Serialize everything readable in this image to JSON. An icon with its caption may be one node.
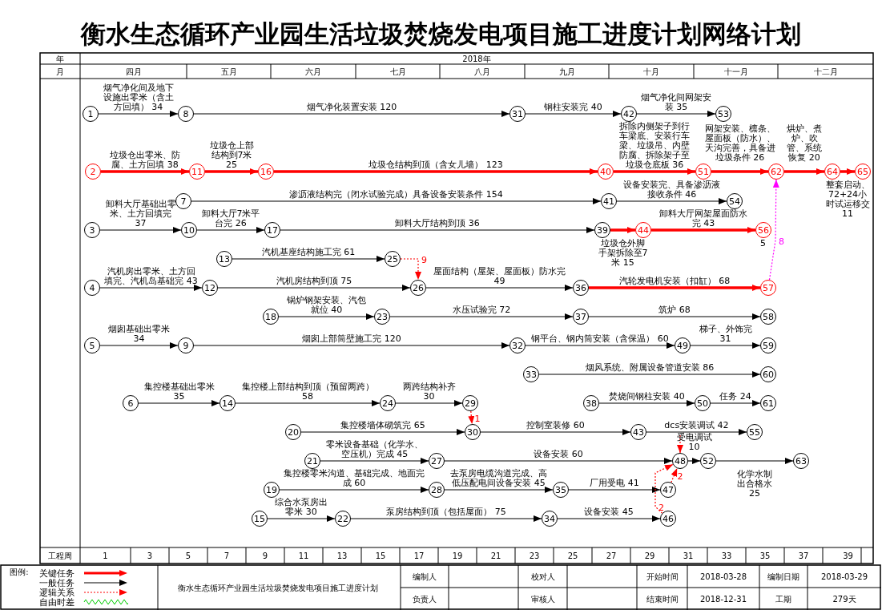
{
  "diagram": {
    "title": "衡水生态循环产业园生活垃圾焚烧发电项目施工进度计划网络计划",
    "nodes": [
      {
        "text": [
          "1"
        ]
      },
      {
        "text": [
          "2"
        ]
      },
      {
        "text": [
          "3"
        ]
      },
      {
        "text": [
          "4"
        ]
      },
      {
        "text": [
          "5"
        ]
      },
      {
        "text": [
          "6"
        ]
      },
      {
        "text": [
          "7"
        ]
      },
      {
        "text": [
          "8"
        ]
      },
      {
        "text": [
          "9"
        ]
      },
      {
        "text": [
          "10"
        ]
      },
      {
        "text": [
          "11"
        ]
      },
      {
        "text": [
          "12"
        ]
      },
      {
        "text": [
          "13"
        ]
      },
      {
        "text": [
          "14"
        ]
      },
      {
        "text": [
          "15"
        ]
      },
      {
        "text": [
          "16"
        ]
      },
      {
        "text": [
          "17"
        ]
      },
      {
        "text": [
          "18"
        ]
      },
      {
        "text": [
          "19"
        ]
      },
      {
        "text": [
          "20"
        ]
      },
      {
        "text": [
          "21"
        ]
      },
      {
        "text": [
          "22"
        ]
      },
      {
        "text": [
          "23"
        ]
      },
      {
        "text": [
          "24"
        ]
      },
      {
        "text": [
          "25"
        ]
      },
      {
        "text": [
          "26"
        ]
      },
      {
        "text": [
          "27"
        ]
      },
      {
        "text": [
          "28"
        ]
      },
      {
        "text": [
          "29"
        ]
      },
      {
        "text": [
          "30"
        ]
      },
      {
        "text": [
          "31"
        ]
      },
      {
        "text": [
          "32"
        ]
      },
      {
        "text": [
          "33"
        ]
      },
      {
        "text": [
          "34"
        ]
      },
      {
        "text": [
          "35"
        ]
      },
      {
        "text": [
          "36"
        ]
      },
      {
        "text": [
          "37"
        ]
      },
      {
        "text": [
          "38"
        ]
      },
      {
        "text": [
          "39"
        ]
      },
      {
        "text": [
          "40"
        ]
      },
      {
        "text": [
          "41"
        ]
      },
      {
        "text": [
          "42"
        ]
      },
      {
        "text": [
          "43"
        ]
      },
      {
        "text": [
          "44"
        ]
      },
      {
        "text": [
          "46"
        ]
      },
      {
        "text": [
          "47"
        ]
      },
      {
        "text": [
          "48"
        ]
      },
      {
        "text": [
          "49"
        ]
      },
      {
        "text": [
          "50"
        ]
      },
      {
        "text": [
          "51"
        ]
      },
      {
        "text": [
          "52"
        ]
      },
      {
        "text": [
          "53"
        ]
      },
      {
        "text": [
          "54"
        ]
      },
      {
        "text": [
          "55"
        ]
      },
      {
        "text": [
          "56"
        ],
        "beside": [
          "5"
        ]
      },
      {
        "text": [
          "57"
        ]
      },
      {
        "text": [
          "58"
        ]
      },
      {
        "text": [
          "59"
        ]
      },
      {
        "text": [
          "60"
        ]
      },
      {
        "text": [
          "61"
        ]
      },
      {
        "text": [
          "62"
        ]
      },
      {
        "text": [
          "63"
        ]
      },
      {
        "text": [
          "64"
        ]
      },
      {
        "text": [
          "65"
        ]
      }
    ],
    "edges": [
      {
        "from": 0,
        "to": 7,
        "arrow": "to",
        "label": "烟气净化间及地下设施出零米（含土方回填） 34"
      },
      {
        "from": 7,
        "to": 30,
        "arrow": "to",
        "label": "烟气净化装置安装 120"
      },
      {
        "from": 30,
        "to": 41,
        "arrow": "to",
        "label": "钢柱安装完 40"
      },
      {
        "from": 41,
        "to": 51,
        "arrow": "to",
        "label": "烟气净化间网架安装 35"
      },
      {
        "from": 1,
        "to": 10,
        "arrow": "to",
        "label": "垃圾仓出零米、防腐、土方回填 38",
        "style": "thick",
        "color": "#ff0000"
      },
      {
        "from": 10,
        "to": 15,
        "arrow": "to",
        "label": "垃圾仓上部结构到7米 25",
        "style": "thick",
        "color": "#ff0000"
      },
      {
        "from": 15,
        "to": 39,
        "arrow": "to",
        "label": "垃圾仓结构到顶（含女儿墙） 123",
        "style": "thick",
        "color": "#ff0000"
      },
      {
        "from": 39,
        "to": 49,
        "arrow": "to",
        "label": "拆除内侧架子到行车梁底、安装行车梁、垃圾吊、内壁防腐、拆除架子至垃圾仓底板 36",
        "style": "thick",
        "color": "#ff0000"
      },
      {
        "from": 49,
        "to": 60,
        "arrow": "to",
        "label": "网架安装、檩条、屋面板（防水）、天沟完善，具备进垃圾条件 26",
        "style": "thick",
        "color": "#ff0000"
      },
      {
        "from": 60,
        "to": 62,
        "arrow": "to",
        "label": "烘炉、煮炉、吹管、系统恢复 20",
        "style": "thick",
        "color": "#ff0000"
      },
      {
        "from": 62,
        "to": 63,
        "arrow": "to",
        "label": "整套启动、72+24小时试运移交 11",
        "style": "thick",
        "color": "#ff0000"
      },
      {
        "from": 6,
        "to": 40,
        "arrow": "to",
        "label": "渗沥液结构完（闭水试验完成）具备设备安装条件 154"
      },
      {
        "from": 40,
        "to": 52,
        "arrow": "to",
        "label": "设备安装完、具备渗沥液接收条件 46"
      },
      {
        "from": 2,
        "to": 9,
        "arrow": "to",
        "label": "卸料大厅基础出零米、土方回填完 37"
      },
      {
        "from": 9,
        "to": 16,
        "arrow": "to",
        "label": "卸料大厅7米平台完 26"
      },
      {
        "from": 16,
        "to": 38,
        "arrow": "to",
        "label": "卸料大厅结构到顶 36"
      },
      {
        "from": 38,
        "to": 43,
        "arrow": "to",
        "label": "垃圾仓外脚手架拆除至7米 15",
        "style": "thick",
        "color": "#ff0000"
      },
      {
        "from": 43,
        "to": 54,
        "arrow": "to",
        "label": "卸料大厅网架屋面防水完 43",
        "style": "thick",
        "color": "#ff0000"
      },
      {
        "from": 12,
        "to": 24,
        "arrow": "to",
        "label": "汽机基座结构施工完 61"
      },
      {
        "from": 24,
        "to": 25,
        "arrow": "to",
        "label": "9",
        "style": "dashed",
        "color": "#ff0000"
      },
      {
        "from": 3,
        "to": 11,
        "arrow": "to",
        "label": "汽机房出零米、土方回填完、汽机岛基础完 43"
      },
      {
        "from": 11,
        "to": 25,
        "arrow": "to",
        "label": "汽机房结构到顶 75"
      },
      {
        "from": 25,
        "to": 35,
        "arrow": "to",
        "label": "屋面结构（屋架、屋面板）防水完 49"
      },
      {
        "from": 35,
        "to": 55,
        "arrow": "to",
        "label": "汽轮发电机安装（扣缸） 68",
        "style": "thick",
        "color": "#ff0000"
      },
      {
        "from": 17,
        "to": 22,
        "arrow": "to",
        "label": "锅炉钢架安装、汽包就位 40"
      },
      {
        "from": 22,
        "to": 36,
        "arrow": "to",
        "label": "水压试验完 72"
      },
      {
        "from": 36,
        "to": 56,
        "arrow": "to",
        "label": "筑炉 68"
      },
      {
        "from": 4,
        "to": 8,
        "arrow": "to",
        "label": "烟囱基础出零米 34"
      },
      {
        "from": 8,
        "to": 31,
        "arrow": "to",
        "label": "烟囱上部筒壁施工完 120"
      },
      {
        "from": 31,
        "to": 47,
        "arrow": "to",
        "label": "钢平台、钢内筒安装（含保温） 60"
      },
      {
        "from": 47,
        "to": 57,
        "arrow": "to",
        "label": "梯子、外饰完 31"
      },
      {
        "from": 32,
        "to": 58,
        "arrow": "to",
        "label": "烟风系统、附属设备管道安装 86"
      },
      {
        "from": 5,
        "to": 13,
        "arrow": "to",
        "label": "集控楼基础出零米 35"
      },
      {
        "from": 13,
        "to": 23,
        "arrow": "to",
        "label": "集控楼上部结构到顶（预留两跨） 58"
      },
      {
        "from": 23,
        "to": 28,
        "arrow": "to",
        "label": "两跨结构补齐 30"
      },
      {
        "from": 28,
        "to": 29,
        "arrow": "to",
        "label": "1",
        "style": "dashed",
        "color": "#ff0000"
      },
      {
        "from": 37,
        "to": 48,
        "arrow": "to",
        "label": "焚烧间钢柱安装 40"
      },
      {
        "from": 48,
        "to": 59,
        "arrow": "to",
        "label": "任务 24"
      },
      {
        "from": 19,
        "to": 29,
        "arrow": "to",
        "label": "集控楼墙体砌筑完 65"
      },
      {
        "from": 29,
        "to": 42,
        "arrow": "to",
        "label": "控制室装修 60"
      },
      {
        "from": 42,
        "to": 53,
        "arrow": "to",
        "label": "dcs安装调试 42"
      },
      {
        "from": 20,
        "to": 26,
        "arrow": "to",
        "label": "零米设备基础（化学水、空压机）完成 45"
      },
      {
        "from": 26,
        "to": 46,
        "arrow": "to",
        "label": "设备安装 60"
      },
      {
        "from": 46,
        "to": 50,
        "arrow": "to",
        "label": "受电调试 10"
      },
      {
        "from": 50,
        "to": 61,
        "arrow": "to",
        "label": "化学水制出合格水 25"
      },
      {
        "from": 18,
        "to": 27,
        "arrow": "to",
        "label": "集控楼零米沟道、基础完成、地面完成 60"
      },
      {
        "from": 27,
        "to": 34,
        "arrow": "to",
        "label": "去泵房电缆沟道完成、高低压配电间设备安装 45"
      },
      {
        "from": 34,
        "to": 45,
        "arrow": "to",
        "label": "厂用受电 41"
      },
      {
        "from": 45,
        "to": 46,
        "arrow": "to",
        "label": "2",
        "style": "dashed",
        "color": "#ff0000"
      },
      {
        "from": 14,
        "to": 21,
        "arrow": "to",
        "label": "综合水泵房出零米 30"
      },
      {
        "from": 21,
        "to": 33,
        "arrow": "to",
        "label": "泵房结构到顶（包括屋面） 75"
      },
      {
        "from": 33,
        "to": 44,
        "arrow": "to",
        "label": "设备安装 45"
      },
      {
        "from": 44,
        "to": 46,
        "arrow": "to",
        "label": "2",
        "style": "dashed",
        "color": "#ff0000"
      },
      {
        "from": null,
        "to": 46,
        "arrow": "to",
        "style": "dashed",
        "color": "#ff0000"
      },
      {
        "from": 55,
        "to": 60,
        "arrow": "to",
        "label": "8",
        "style": "dashed",
        "color": "#ff00ff"
      }
    ],
    "labels": [
      "年",
      "2018年",
      "月",
      "四月",
      "五月",
      "六月",
      "七月",
      "八月",
      "九月",
      "十月",
      "十一月",
      "十二月",
      "工程周",
      "1",
      "3",
      "5",
      "7",
      "9",
      "11",
      "13",
      "15",
      "17",
      "19",
      "21",
      "23",
      "25",
      "27",
      "29",
      "31",
      "33",
      "35",
      "37",
      "39",
      "图例:",
      "衡水生态循环产业园生活垃圾焚烧发电项目施工进度计划",
      "编制人",
      "校对人",
      "开始时间",
      "2018-03-28",
      "编制日期",
      "2018-03-29",
      "负责人",
      "审核人",
      "结束时间",
      "2018-12-31",
      "工期",
      "279天"
    ],
    "legend": [
      {
        "text": "关键任务"
      },
      {
        "text": "一般任务"
      },
      {
        "text": "逻辑关系"
      },
      {
        "text": "自由时差"
      }
    ]
  }
}
